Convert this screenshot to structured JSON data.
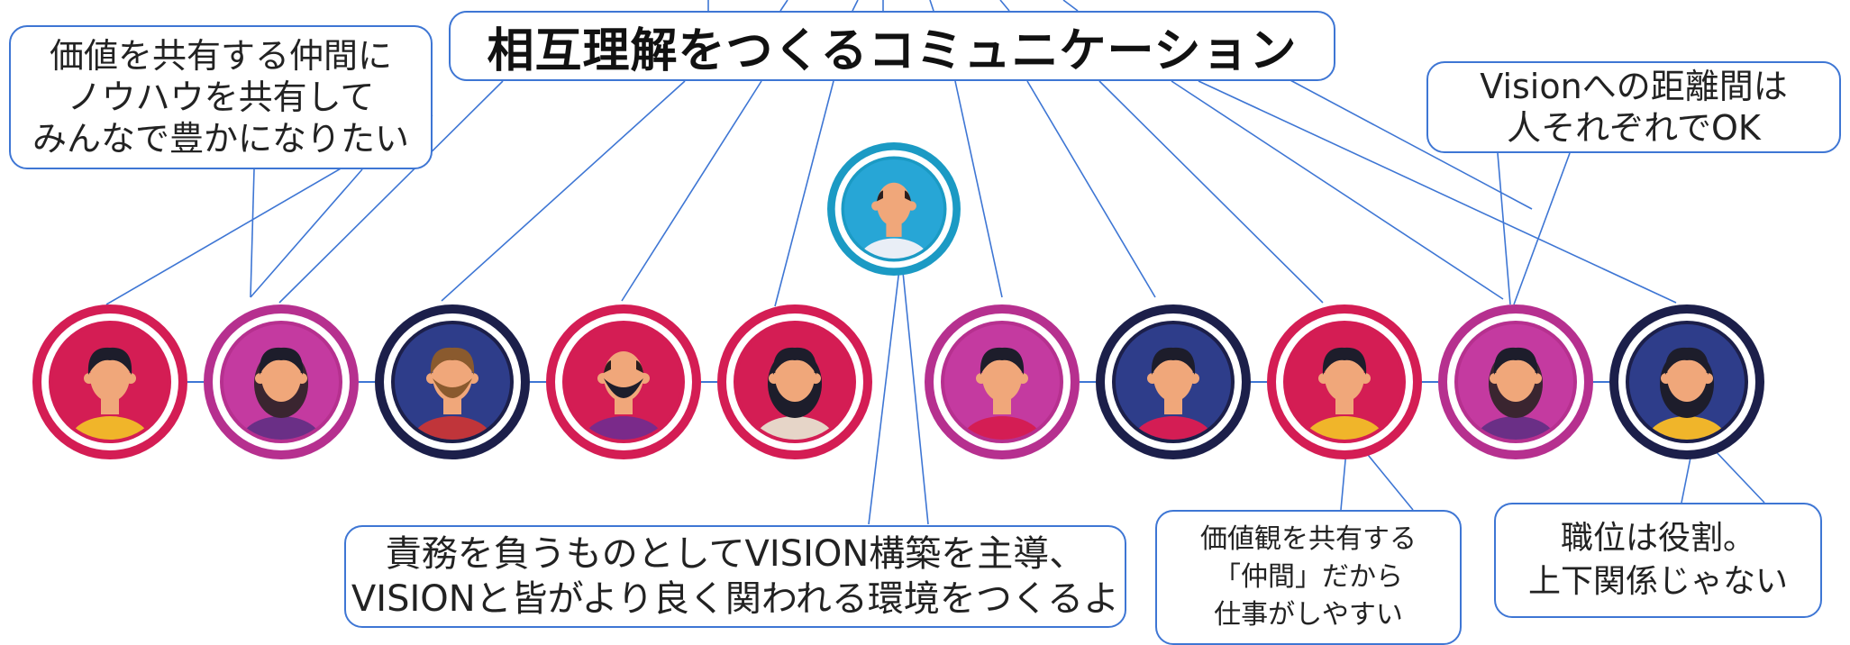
{
  "title": "相互理解をつくるコミュニケーション",
  "callouts": {
    "left": [
      "価値を共有する仲間に",
      "ノウハウを共有して",
      "みんなで豊かになりたい"
    ],
    "right": [
      "Visionへの距離間は",
      "人それぞれでOK"
    ],
    "bottom_main": [
      "責務を負うものとしてVISION構築を主導、",
      "VISIONと皆がより良く関われる環境をつくるよ"
    ],
    "bottom_mid": [
      "価値観を共有する",
      "「仲間」だから",
      "仕事がしやすい"
    ],
    "bottom_right": [
      "職位は役割。",
      "上下関係じゃない"
    ]
  },
  "leader": {
    "icon": "person-avatar-icon",
    "ring": "#1b9ac4",
    "bg": "#27a6d6",
    "shirt": "#e9eef6",
    "hair": "none"
  },
  "people": [
    {
      "icon": "person-avatar-icon",
      "ring": "#d41d54",
      "bg": "#d41d54",
      "hair": "short",
      "beard": false,
      "shirt": "#f0b52a"
    },
    {
      "icon": "person-avatar-icon",
      "ring": "#b6308f",
      "bg": "#c43aa0",
      "hair": "long",
      "beard": false,
      "shirt": "#6a2f86"
    },
    {
      "icon": "person-avatar-icon",
      "ring": "#1c1f4a",
      "bg": "#2e3d8a",
      "hair": "brown",
      "beard": true,
      "shirt": "#c0353a"
    },
    {
      "icon": "person-avatar-icon",
      "ring": "#d41d54",
      "bg": "#d41d54",
      "hair": "none",
      "beard": true,
      "shirt": "#7a2a8a"
    },
    {
      "icon": "person-avatar-icon",
      "ring": "#d41d54",
      "bg": "#d41d54",
      "hair": "wavy",
      "beard": false,
      "shirt": "#e6d5c8"
    },
    {
      "icon": "person-avatar-icon",
      "ring": "#b6308f",
      "bg": "#c43aa0",
      "hair": "short",
      "beard": false,
      "shirt": "#d41d54"
    },
    {
      "icon": "person-avatar-icon",
      "ring": "#1c1f4a",
      "bg": "#2e3d8a",
      "hair": "short",
      "beard": false,
      "shirt": "#d41d54"
    },
    {
      "icon": "person-avatar-icon",
      "ring": "#d41d54",
      "bg": "#d41d54",
      "hair": "short",
      "beard": false,
      "shirt": "#f0b52a"
    },
    {
      "icon": "person-avatar-icon",
      "ring": "#b6308f",
      "bg": "#c43aa0",
      "hair": "long",
      "beard": false,
      "shirt": "#6a2f86"
    },
    {
      "icon": "person-avatar-icon",
      "ring": "#1c1f4a",
      "bg": "#2e3d8a",
      "hair": "curly",
      "beard": false,
      "shirt": "#f0b52a"
    }
  ],
  "colors": {
    "line": "#3e76d4",
    "skin": "#f0a77a",
    "hair_dark": "#1d1d2b",
    "hair_brown": "#8a5a2e"
  }
}
